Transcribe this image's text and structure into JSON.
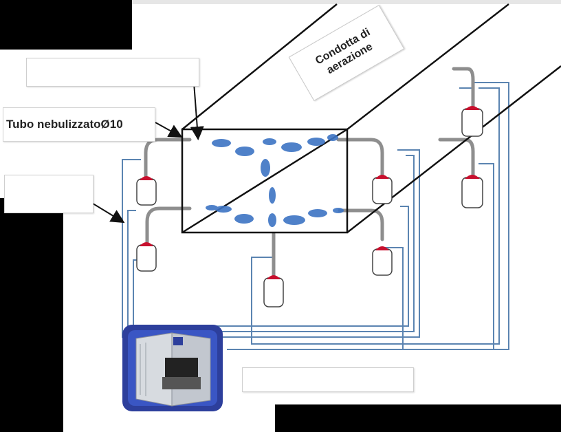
{
  "labels": {
    "tubo": "Tubo nebulizzatoØ10",
    "condotta_line1": "Condotta di",
    "condotta_line2": "aerazione"
  },
  "colors": {
    "duct_outline": "#111111",
    "pipe_blue": "#5b84b1",
    "pipe_gray": "#8e8e8e",
    "nozzle_red": "#c8102e",
    "mist_blue": "#3d74c4",
    "machine_bg": "#2d3f9c"
  }
}
